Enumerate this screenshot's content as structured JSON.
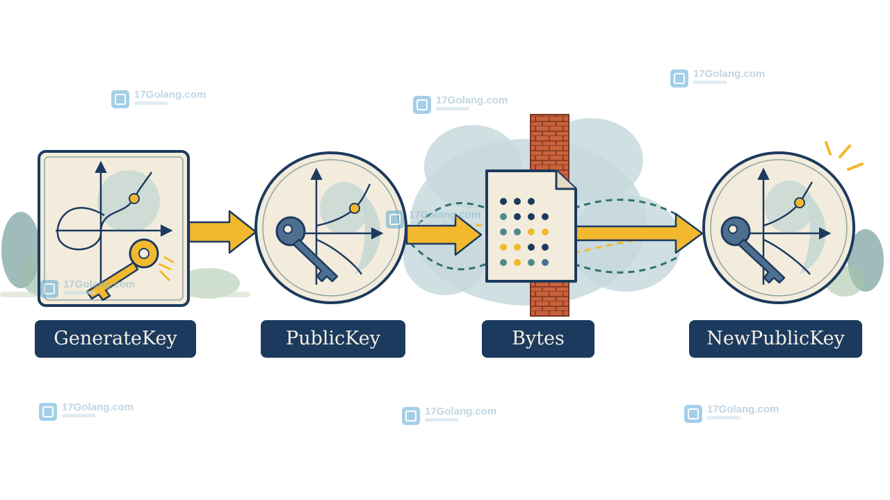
{
  "steps": [
    {
      "label": "GenerateKey"
    },
    {
      "label": "PublicKey"
    },
    {
      "label": "Bytes"
    },
    {
      "label": "NewPublicKey"
    }
  ],
  "watermark": {
    "text": "17Golang.com"
  },
  "colors": {
    "navy": "#1c3a5e",
    "gold": "#f2b82e",
    "cream": "#f3ecdc",
    "key_blue": "#4f6f91",
    "teal_dot": "#4f8a8b",
    "brick": "#c9623c",
    "cloud": "#c7d9dd"
  }
}
